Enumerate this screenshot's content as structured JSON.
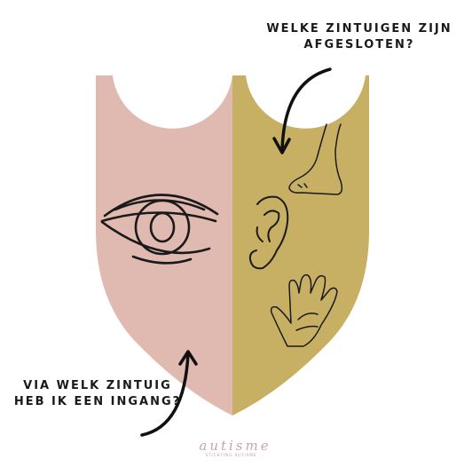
{
  "questions": {
    "top": {
      "line1": "WELKE ZINTUIGEN ZIJN",
      "line2": "AFGESLOTEN?"
    },
    "bottom": {
      "line1": "VIA WELK ZINTUIG",
      "line2": "HEB IK EEN INGANG?"
    }
  },
  "colors": {
    "left_half": "#e0bab0",
    "right_half": "#c7b064",
    "ink": "#1a1a1a"
  },
  "icons": {
    "left": [
      "eye-icon"
    ],
    "right": [
      "foot-icon",
      "ear-icon",
      "hand-icon"
    ]
  },
  "logo": {
    "text": "autisme",
    "subtitle": "STICHTING AUTISME ..."
  }
}
